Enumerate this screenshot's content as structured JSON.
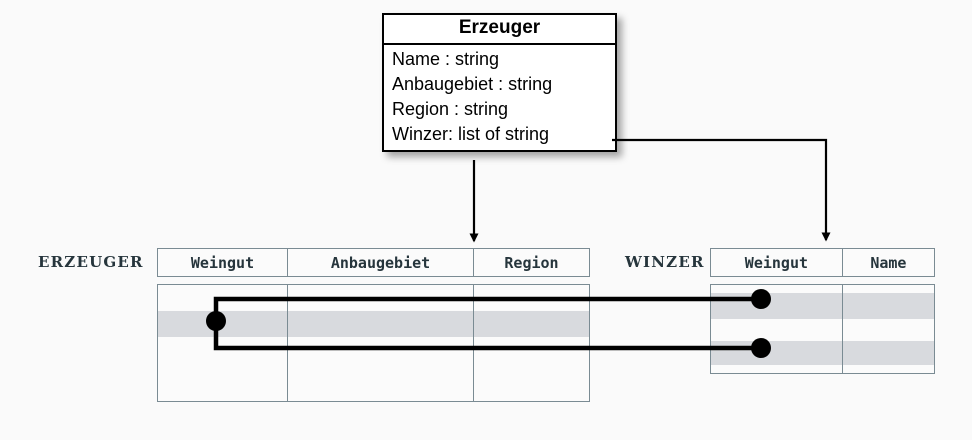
{
  "diagram": {
    "background_color": "#fafafa",
    "uml_class": {
      "name": "Erzeuger",
      "attributes": [
        "Name : string",
        "Anbaugebiet : string",
        "Region : string",
        "Winzer: list of string"
      ]
    },
    "relations": [
      {
        "label": "ERZEUGER",
        "columns": [
          "Weingut",
          "Anbaugebiet",
          "Region"
        ],
        "rows": [
          {
            "highlighted": false,
            "cells": [
              "",
              "",
              ""
            ]
          },
          {
            "highlighted": true,
            "cells": [
              "",
              "",
              ""
            ]
          },
          {
            "highlighted": false,
            "cells": [
              "",
              "",
              ""
            ]
          },
          {
            "highlighted": false,
            "cells": [
              "",
              "",
              ""
            ]
          }
        ]
      },
      {
        "label": "WINZER",
        "columns": [
          "Weingut",
          "Name"
        ],
        "rows": [
          {
            "highlighted": true,
            "cells": [
              "",
              ""
            ]
          },
          {
            "highlighted": false,
            "cells": [
              "",
              ""
            ]
          },
          {
            "highlighted": true,
            "cells": [
              "",
              ""
            ]
          }
        ]
      }
    ],
    "connectors": {
      "line_color": "#000000",
      "mapping_arrows": [
        {
          "from": "Erzeuger class box",
          "to": "ERZEUGER.Anbaugebiet/Region boundary",
          "style": "straight-down-arrow"
        },
        {
          "from": "Winzer: list of string",
          "to": "WINZER.Weingut",
          "style": "elbow-right-down-arrow"
        }
      ],
      "link_lines": [
        {
          "from": "ERZEUGER row 2",
          "to": "WINZER row 1"
        },
        {
          "from": "ERZEUGER row 2",
          "to": "WINZER row 3"
        }
      ]
    }
  }
}
